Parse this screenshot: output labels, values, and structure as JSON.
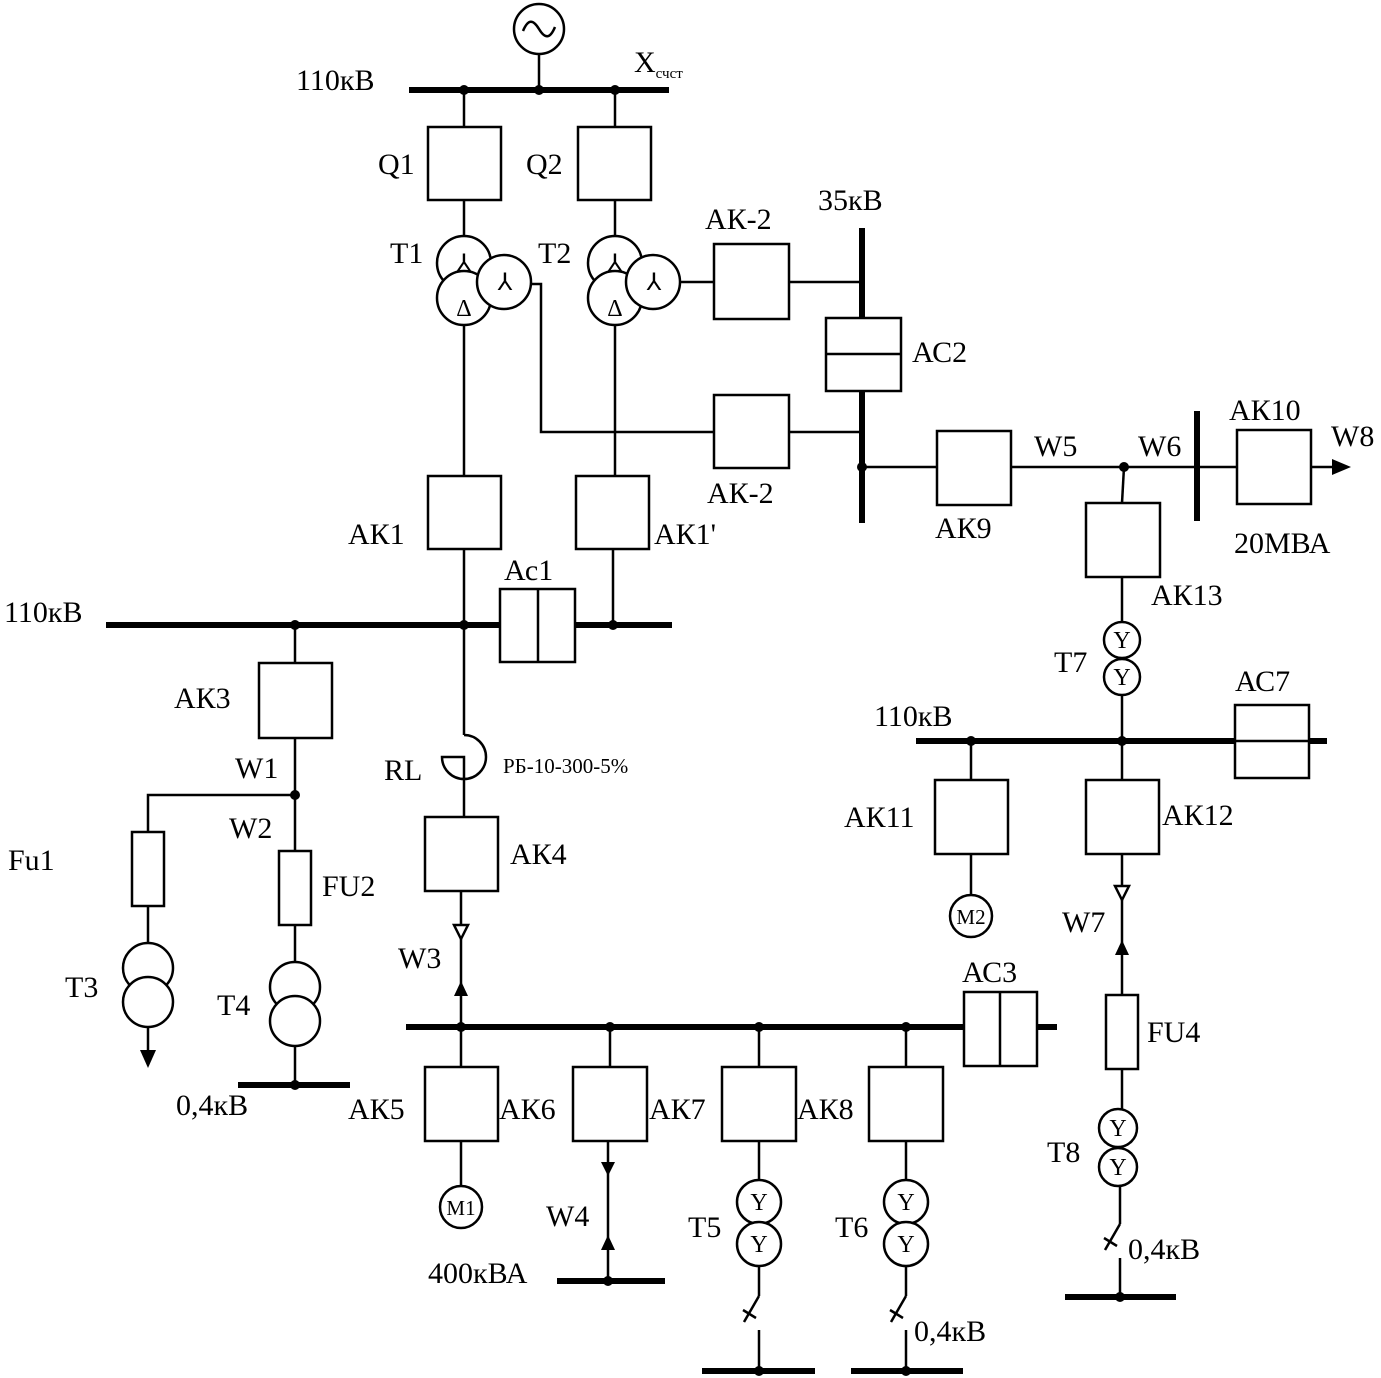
{
  "labels": {
    "src_bus": "110кВ",
    "xsys_main": "X",
    "xsys_sub": "счст",
    "q1": "Q1",
    "q2": "Q2",
    "t1": "T1",
    "t2": "T2",
    "ak2_top": "АК-2",
    "ak2_bot": "АК-2",
    "bus35": "35кВ",
    "ac2": "АС2",
    "ak1": "АК1",
    "ak1p": "АК1'",
    "ak9": "АК9",
    "w5": "W5",
    "w6": "W6",
    "ak10": "АК10",
    "w8": "W8",
    "mva20": "20МВА",
    "ak13": "АК13",
    "bus110_left": "110кВ",
    "ac1": "Ас1",
    "t7": "T7",
    "ac7": "АС7",
    "bus110_right": "110кВ",
    "ak3": "АК3",
    "w1": "W1",
    "w2": "W2",
    "fu1": "Fu1",
    "fu2": "FU2",
    "t3": "T3",
    "t4": "T4",
    "kv04_left": "0,4кВ",
    "rl": "RL",
    "reactor": "РБ-10-300-5%",
    "ak4": "АК4",
    "w3": "W3",
    "ak11": "АК11",
    "ak12": "АК12",
    "m2": "M2",
    "w7": "W7",
    "ac3": "АС3",
    "fu4": "FU4",
    "ak5": "АК5",
    "ak6": "АК6",
    "ak7": "АК7",
    "ak8": "АК8",
    "m1": "M1",
    "w4": "W4",
    "kva400": "400кВА",
    "t5": "T5",
    "t6": "T6",
    "t8": "T8",
    "kv04_mid": "0,4кВ",
    "kv04_right": "0,4кВ"
  },
  "icons": {
    "generator": "sine-wave-icon",
    "winding_star": "star-winding-icon",
    "winding_delta": "delta-winding-icon"
  }
}
